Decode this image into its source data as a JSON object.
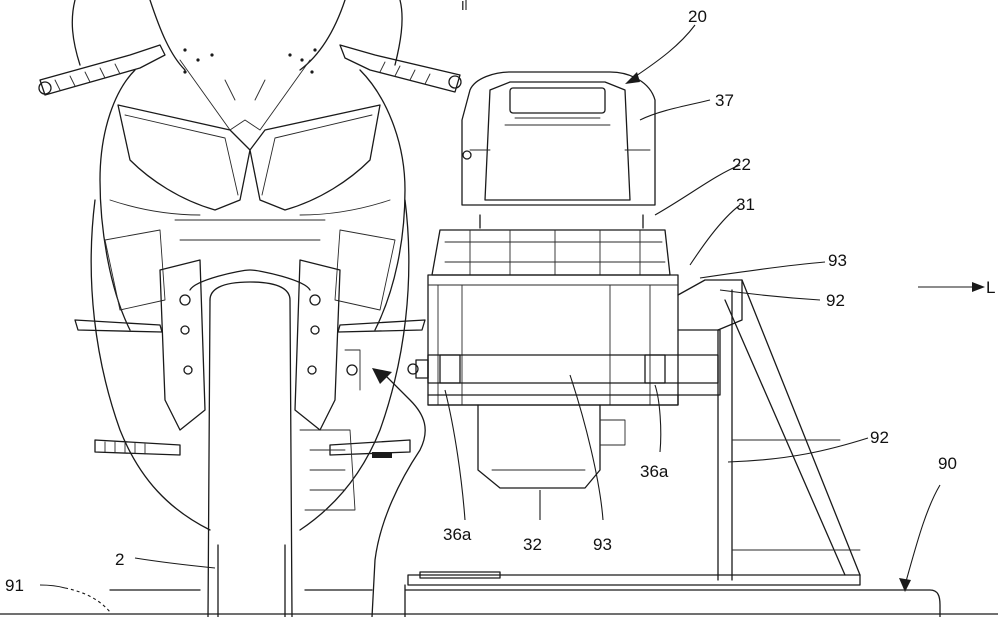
{
  "figure": {
    "heading_mark": "I",
    "direction_label": "L",
    "refs": {
      "r20": "20",
      "r37": "37",
      "r22": "22",
      "r31": "31",
      "r93a": "93",
      "r92a": "92",
      "r92b": "92",
      "r90": "90",
      "r36a_left": "36a",
      "r36a_right": "36a",
      "r32": "32",
      "r93b": "93",
      "r2": "2",
      "r91": "91"
    }
  }
}
